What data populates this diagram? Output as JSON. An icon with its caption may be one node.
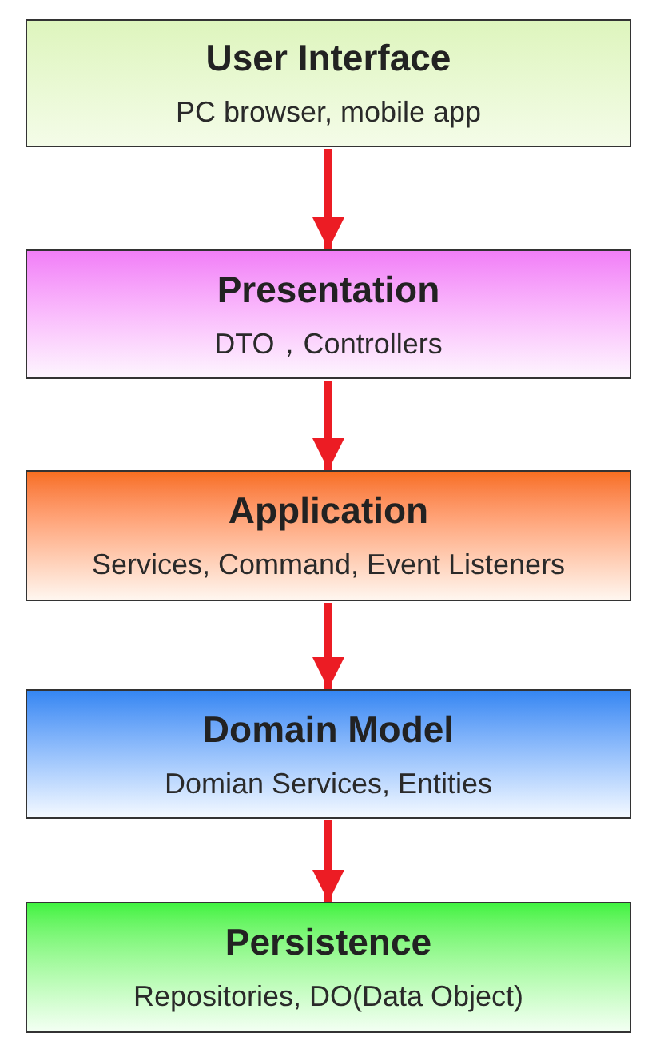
{
  "diagram": {
    "nodes": [
      {
        "text": [
          "User Interface",
          "PC browser, mobile app"
        ]
      },
      {
        "text": [
          "Presentation",
          "DTO，Controllers"
        ]
      },
      {
        "text": [
          "Application",
          "Services, Command, Event Listeners"
        ]
      },
      {
        "text": [
          "Domain Model",
          "Domian Services, Entities"
        ]
      },
      {
        "text": [
          "Persistence",
          "Repositories, DO(Data Object)"
        ]
      }
    ],
    "edges": [
      {
        "from": 0,
        "to": 1,
        "arrow": "to"
      },
      {
        "from": 1,
        "to": 2,
        "arrow": "to"
      },
      {
        "from": 2,
        "to": 3,
        "arrow": "to"
      },
      {
        "from": 3,
        "to": 4,
        "arrow": "to"
      }
    ]
  }
}
